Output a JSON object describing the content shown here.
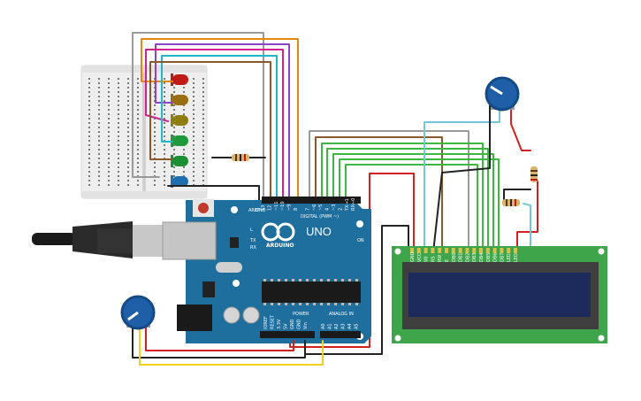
{
  "arduino": {
    "model_label": "UNO",
    "brand_label": "ARDUINO",
    "digital_label": "DIGITAL (PWM ~)",
    "power_label": "POWER",
    "analog_label": "ANALOG IN",
    "aref_label": "AREF",
    "gnd_label": "GND",
    "on_label": "ON",
    "led_l_label": "L",
    "tx_label": "TX",
    "rx_label": "RX",
    "digital_pins": [
      "13",
      "12",
      "~11",
      "~10",
      "~9",
      "8",
      "7",
      "~6",
      "~5",
      "4",
      "~3",
      "2",
      "TX→1",
      "RX←0"
    ],
    "power_pins": [
      "IOREF",
      "RESET",
      "3.3V",
      "5V",
      "GND",
      "GND",
      "Vin"
    ],
    "analog_pins": [
      "A0",
      "A1",
      "A2",
      "A3",
      "A4",
      "A5"
    ],
    "board_color": "#1e6f9e"
  },
  "lcd": {
    "pin_labels": [
      "GND",
      "VCC",
      "V0",
      "RS",
      "RW",
      "E",
      "DB0",
      "DB1",
      "DB2",
      "DB3",
      "DB4",
      "DB5",
      "DB6",
      "DB7",
      "LED",
      "LED"
    ],
    "pcb_color": "#3fa54a",
    "screen_color": "#1c2a5c"
  },
  "leds": [
    {
      "color": "#c01a16"
    },
    {
      "color": "#9a6e10"
    },
    {
      "color": "#8f7d12"
    },
    {
      "color": "#1e9a3c"
    },
    {
      "color": "#1c8f34"
    },
    {
      "color": "#1f6fb0"
    }
  ],
  "wire_colors": {
    "gray": "#9a9a9a",
    "orange": "#e8870e",
    "purple": "#8e44c8",
    "magenta": "#d0228f",
    "cyan": "#1fb6c8",
    "brown": "#8b5a2b",
    "green": "#3cb841",
    "red": "#d42020",
    "black": "#222222",
    "yellow": "#f2d11a",
    "teal": "#72c7d8"
  }
}
